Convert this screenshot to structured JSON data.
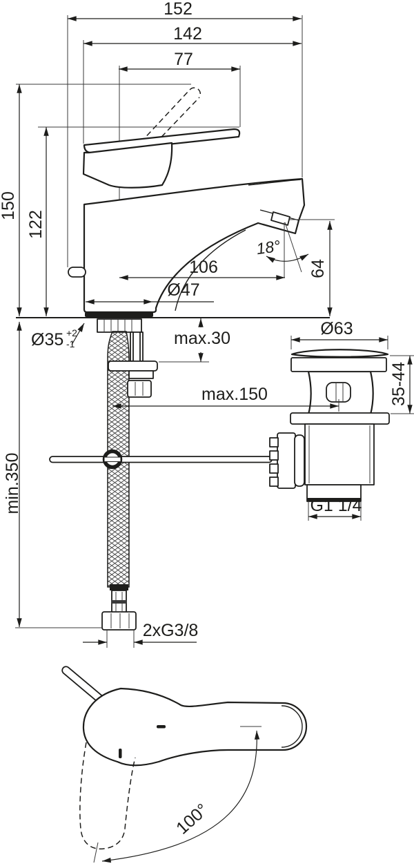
{
  "drawing": {
    "kind": "single-lever basin mixer installation dimension drawing",
    "line_color": "#1d1d1b",
    "background_color": "#ffffff"
  },
  "side_view": {
    "total_depth": "152",
    "body_depth": "142",
    "handle_reach": "77",
    "height_handle_open": "150",
    "height_handle_closed": "122",
    "spout_reach": "106",
    "body_diameter": "Ø47",
    "spout_angle": "18°",
    "outlet_height": "64",
    "deck_hole_diameter": "Ø35",
    "deck_hole_tol_plus": "+2",
    "deck_hole_tol_minus": "-1",
    "deck_thickness": "max.30"
  },
  "installation": {
    "min_hose_length": "min.350",
    "supply_connection": "2xG3/8"
  },
  "waste_detail": {
    "flange_diameter": "Ø63",
    "rod_offset": "max.150",
    "mounting_range": "35-44",
    "waste_thread": "G1 1/4"
  },
  "top_view": {
    "handle_swivel_angle": "100°"
  }
}
